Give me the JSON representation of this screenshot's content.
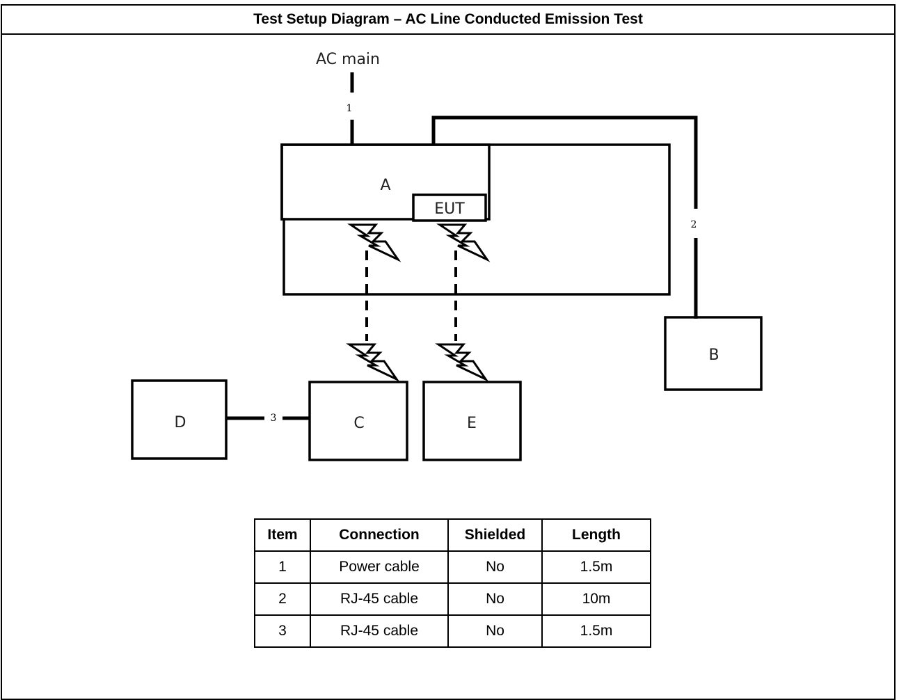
{
  "title": "Test Setup Diagram – AC Line Conducted Emission Test",
  "diagram": {
    "ac_main_label": "AC main",
    "box_a": "A",
    "eut": "EUT",
    "box_b": "B",
    "box_c": "C",
    "box_d": "D",
    "box_e": "E",
    "cable_1": "1",
    "cable_2": "2",
    "cable_3": "3"
  },
  "table": {
    "headers": [
      "Item",
      "Connection",
      "Shielded",
      "Length"
    ],
    "rows": [
      [
        "1",
        "Power cable",
        "No",
        "1.5m"
      ],
      [
        "2",
        "RJ-45 cable",
        "No",
        "10m"
      ],
      [
        "3",
        "RJ-45 cable",
        "No",
        "1.5m"
      ]
    ]
  }
}
